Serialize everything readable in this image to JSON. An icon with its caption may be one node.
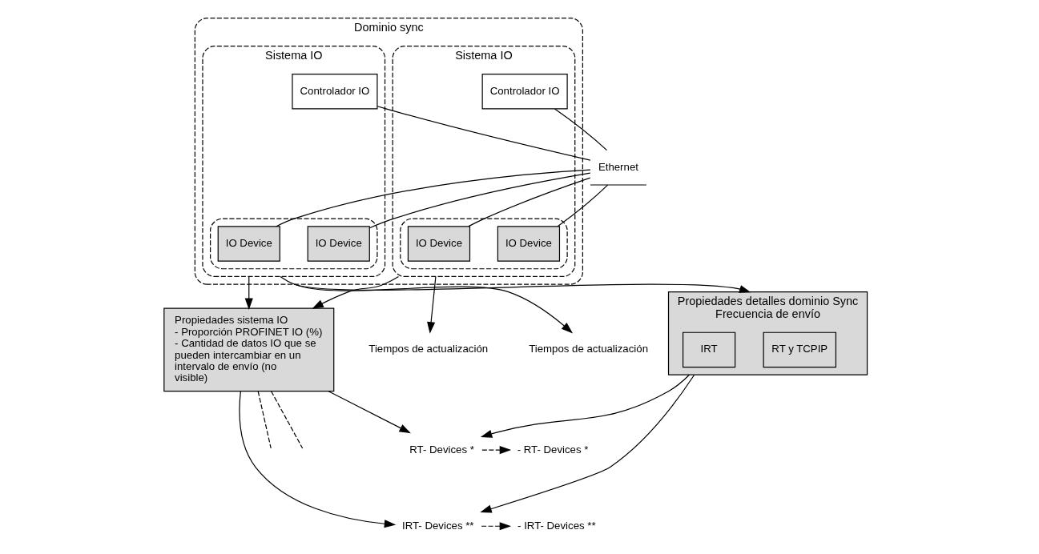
{
  "diagram": {
    "nodes": [
      {
        "text": [
          "Dominio sync"
        ]
      },
      {
        "text": [
          "Sistema IO"
        ],
        "in": 0
      },
      {
        "text": [
          "Controlador IO"
        ],
        "in": 1
      },
      {
        "text": [],
        "shape": "ellipse",
        "in": 1
      },
      {
        "text": [
          "IO Device"
        ],
        "in": 3
      },
      {
        "text": [
          "IO Device"
        ],
        "in": 3
      },
      {
        "text": [
          "Sistema IO"
        ],
        "in": 0
      },
      {
        "text": [
          "Controlador IO"
        ],
        "in": 6
      },
      {
        "text": [],
        "shape": "ellipse",
        "in": 6
      },
      {
        "text": [
          "IO Device"
        ],
        "in": 8
      },
      {
        "text": [
          "IO Device"
        ],
        "in": 8
      },
      {
        "text": [
          "Ethernet"
        ]
      },
      {
        "text": [
          "Propiedades sistema IO",
          "- Proporción PROFINET IO (%)",
          "- Cantidad de datos IO que se pueden intercambiar en un intervalo de envío (no visible)"
        ]
      },
      {
        "text": [
          "Propiedades detalles dominio Sync",
          "Frecuencia de envío"
        ]
      },
      {
        "text": [
          "RT y TCPIP"
        ],
        "in": 13
      },
      {
        "text": [
          "IRT"
        ],
        "in": 13
      },
      {
        "text": [
          "Tiempos de actualización"
        ]
      },
      {
        "text": [
          "- RT- Devices *"
        ]
      },
      {
        "text": [
          "- IRT- Devices **"
        ]
      },
      {
        "text": [
          "Tiempos de actualización"
        ]
      },
      {
        "text": [
          "RT- Devices *"
        ]
      },
      {
        "text": [
          "IRT- Devices **"
        ]
      }
    ],
    "edges": [
      {
        "from": 2,
        "to": 11,
        "arrow": "none"
      },
      {
        "from": 7,
        "to": 11,
        "arrow": "none"
      },
      {
        "from": 11,
        "to": 4,
        "arrow": "none"
      },
      {
        "from": 11,
        "to": 5,
        "arrow": "none"
      },
      {
        "from": 11,
        "to": 9,
        "arrow": "none"
      },
      {
        "from": 11,
        "to": 10,
        "arrow": "none"
      },
      {
        "from": 1,
        "to": 12,
        "arrow": "to"
      },
      {
        "from": 6,
        "to": 12,
        "arrow": "to"
      },
      {
        "from": 1,
        "to": 16,
        "arrow": "to"
      },
      {
        "from": 6,
        "to": 19,
        "arrow": "to"
      },
      {
        "from": 0,
        "to": 13,
        "arrow": "to"
      },
      {
        "from": 13,
        "to": 20,
        "arrow": "to"
      },
      {
        "from": 13,
        "to": 21,
        "arrow": "to"
      },
      {
        "from": 12,
        "to": 20,
        "arrow": "to"
      },
      {
        "from": 12,
        "to": 21,
        "arrow": "to"
      },
      {
        "from": 12,
        "to": null,
        "arrow": "none",
        "style": "dashed"
      },
      {
        "from": 12,
        "to": null,
        "arrow": "none",
        "style": "dashed"
      },
      {
        "from": 20,
        "to": 17,
        "arrow": "to",
        "style": "dashed"
      },
      {
        "from": 21,
        "to": 18,
        "arrow": "to",
        "style": "dashed"
      }
    ]
  }
}
